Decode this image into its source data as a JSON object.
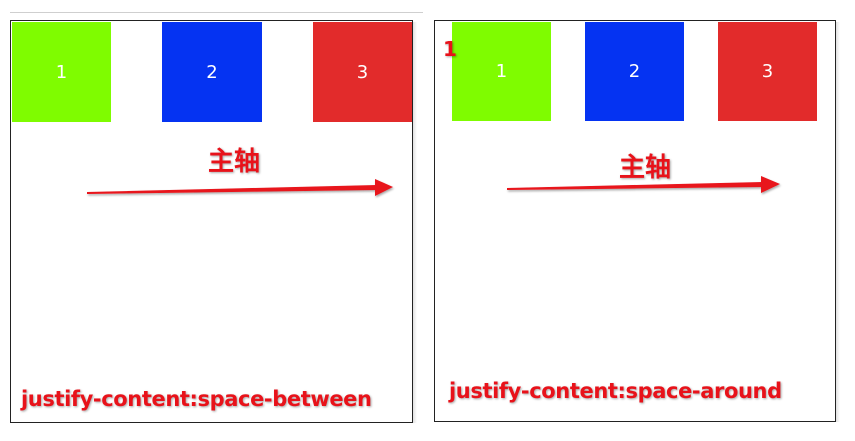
{
  "colors": {
    "item1": "#7ffc00",
    "item2": "#0533f2",
    "item3": "#e22b2b",
    "annotation": "#e8121a"
  },
  "left_panel": {
    "items": [
      "1",
      "2",
      "3"
    ],
    "axis_label": "主轴",
    "caption": "justify-content:space-between"
  },
  "right_panel": {
    "corner_mark": "1",
    "items": [
      "1",
      "2",
      "3"
    ],
    "axis_label": "主轴",
    "caption": "justify-content:space-around"
  }
}
